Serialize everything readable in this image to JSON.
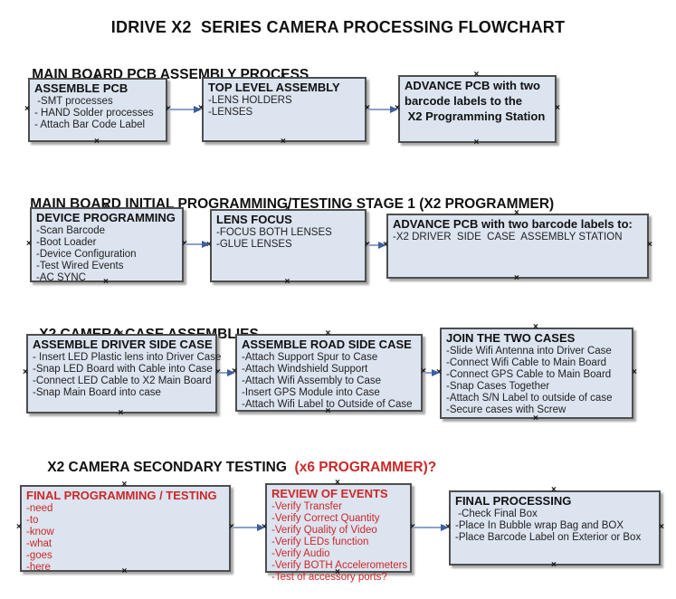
{
  "page_title": "IDRIVE X2  SERIES CAMERA PROCESSING FLOWCHART",
  "colors": {
    "box_fill": "#dce4f0",
    "box_border": "#4e4e4e",
    "shadow": "#a9a9a9",
    "arrow_line": "#8ca3c8",
    "arrow_head": "#3e5f9e",
    "red_text": "#cc2828"
  },
  "decorations": {
    "anchor_glyph": "×"
  },
  "sections": [
    {
      "heading": "MAIN BOARD PCB ASSEMBLY PROCESS",
      "heading_red": ""
    },
    {
      "heading": "MAIN BOARD INITIAL PROGRAMMING/TESTING STAGE 1 (X2 PROGRAMMER)",
      "heading_red": ""
    },
    {
      "heading": "X2 CAMERA CASE ASSEMBLIES",
      "heading_red": ""
    },
    {
      "heading": "X2 CAMERA SECONDARY TESTING",
      "heading_red": "  (x6 PROGRAMMER)?"
    }
  ],
  "boxes": [
    {
      "title": "ASSEMBLE PCB",
      "items": [
        " -SMT processes",
        "- HAND Solder processes",
        "- Attach Bar Code Label"
      ]
    },
    {
      "title": "TOP LEVEL ASSEMBLY",
      "items": [
        "-LENS HOLDERS",
        "-LENSES"
      ]
    },
    {
      "title": "ADVANCE PCB with two",
      "items": [
        "barcode labels to the",
        " X2 Programming Station"
      ]
    },
    {
      "title": "DEVICE PROGRAMMING",
      "items": [
        "-Scan Barcode",
        "-Boot Loader",
        "-Device Configuration",
        "-Test Wired Events",
        "-AC SYNC"
      ]
    },
    {
      "title": "LENS FOCUS",
      "items": [
        "-FOCUS BOTH LENSES",
        "-GLUE LENSES"
      ]
    },
    {
      "title": "ADVANCE PCB with two barcode labels to:",
      "items": [
        "-X2 DRIVER  SIDE  CASE  ASSEMBLY STATION"
      ]
    },
    {
      "title": "ASSEMBLE DRIVER SIDE CASE",
      "items": [
        "- Insert LED Plastic lens into Driver Case",
        "-Snap LED Board with Cable into Case",
        "-Connect LED Cable to X2 Main Board",
        "-Snap Main Board into case"
      ]
    },
    {
      "title": "ASSEMBLE ROAD SIDE CASE",
      "items": [
        "-Attach Support Spur to Case",
        "-Attach Windshield Support",
        "-Attach Wifi Assembly to Case",
        "-Insert GPS Module into Case",
        "-Attach Wifi Label to Outside of Case"
      ]
    },
    {
      "title": "JOIN THE TWO CASES",
      "items": [
        "-Slide Wifi Antenna into Driver Case",
        "-Connect Wifi Cable to Main Board",
        "-Connect GPS Cable to Main Board",
        "-Snap Cases Together",
        "-Attach S/N Label to outside of case",
        "-Secure cases with Screw"
      ]
    },
    {
      "title": "FINAL PROGRAMMING / TESTING",
      "items": [
        "-need",
        "-to",
        "-know",
        "-what",
        "-goes",
        "-here"
      ]
    },
    {
      "title": "REVIEW OF EVENTS",
      "items": [
        "-Verify Transfer",
        "-Verify Correct Quantity",
        "-Verify Quality of Video",
        "-Verify LEDs function",
        "-Verify Audio",
        "-Verify BOTH Accelerometers",
        "-Test of accessory ports?"
      ]
    },
    {
      "title": "FINAL PROCESSING",
      "items": [
        " -Check Final Box",
        "-Place In Bubble wrap Bag and BOX",
        "-Place Barcode Label on Exterior or Box"
      ]
    }
  ],
  "flow": [
    {
      "from": "assemble-pcb",
      "to": "top-level-assembly"
    },
    {
      "from": "top-level-assembly",
      "to": "advance-pcb-programming-station"
    },
    {
      "from": "device-programming",
      "to": "lens-focus"
    },
    {
      "from": "lens-focus",
      "to": "advance-pcb-driver-side-station"
    },
    {
      "from": "assemble-driver-side-case",
      "to": "assemble-road-side-case"
    },
    {
      "from": "assemble-road-side-case",
      "to": "join-the-two-cases"
    },
    {
      "from": "final-programming-testing",
      "to": "review-of-events"
    },
    {
      "from": "review-of-events",
      "to": "final-processing"
    }
  ]
}
